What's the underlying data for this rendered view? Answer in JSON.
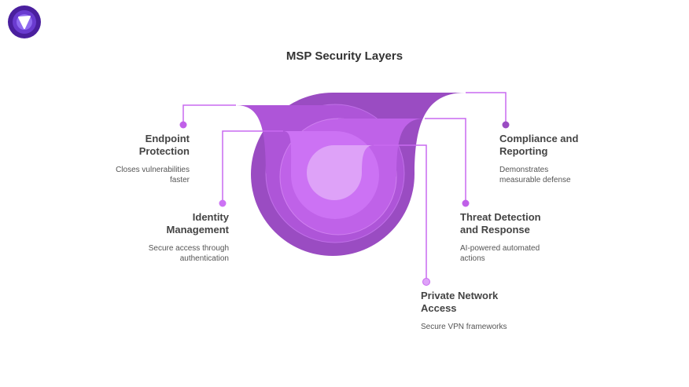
{
  "title": "MSP Security Layers",
  "colors": {
    "layer1": "#9a4cc2",
    "layer2": "#ae55d8",
    "layer3": "#bf62e8",
    "layer4": "#cc72f4",
    "layer5": "#dea2f8",
    "line": "#c86af0",
    "logo": "#5b2bb5"
  },
  "layers": [
    {
      "heading": "Endpoint Protection",
      "description": "Closes vulnerabilities faster"
    },
    {
      "heading": "Compliance and Reporting",
      "description": "Demonstrates measurable defense"
    },
    {
      "heading": "Identity Management",
      "description": "Secure access through authentication"
    },
    {
      "heading": "Threat Detection and Response",
      "description": "AI-powered automated actions"
    },
    {
      "heading": "Private Network Access",
      "description": "Secure VPN frameworks"
    }
  ]
}
